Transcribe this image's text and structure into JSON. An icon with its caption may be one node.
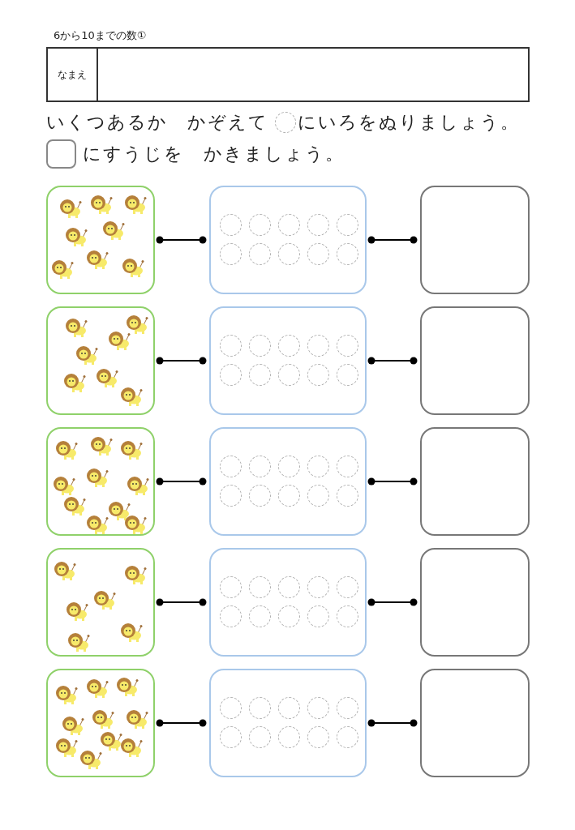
{
  "diagram": {
    "title": "6から10までの数①",
    "nodes": [
      {
        "text": [],
        "shape": "picture"
      },
      {
        "text": [],
        "shape": "box"
      },
      {
        "text": [],
        "shape": "box"
      },
      {
        "text": [],
        "shape": "picture"
      },
      {
        "text": [],
        "shape": "box"
      },
      {
        "text": [],
        "shape": "box"
      },
      {
        "text": [],
        "shape": "picture"
      },
      {
        "text": [],
        "shape": "box"
      },
      {
        "text": [],
        "shape": "box"
      },
      {
        "text": [],
        "shape": "picture"
      },
      {
        "text": [],
        "shape": "box"
      },
      {
        "text": [],
        "shape": "box"
      },
      {
        "text": [],
        "shape": "picture"
      },
      {
        "text": [],
        "shape": "box"
      },
      {
        "text": [],
        "shape": "box"
      }
    ],
    "edges": [
      {
        "from": 0,
        "to": 1,
        "arrow": "other"
      },
      {
        "from": 1,
        "to": 2,
        "arrow": "other"
      },
      {
        "from": 3,
        "to": 4,
        "arrow": "other"
      },
      {
        "from": 4,
        "to": 5,
        "arrow": "other"
      },
      {
        "from": 6,
        "to": 7,
        "arrow": "other"
      },
      {
        "from": 7,
        "to": 8,
        "arrow": "other"
      },
      {
        "from": 9,
        "to": 10,
        "arrow": "other"
      },
      {
        "from": 10,
        "to": 11,
        "arrow": "other"
      },
      {
        "from": 12,
        "to": 13,
        "arrow": "other"
      },
      {
        "from": 13,
        "to": 14,
        "arrow": "other"
      }
    ],
    "labels": [
      "なまえ",
      "いくつあるか　かぞえて",
      "にいろをぬりましょう。",
      "にすうじを　かきましょう。"
    ]
  }
}
